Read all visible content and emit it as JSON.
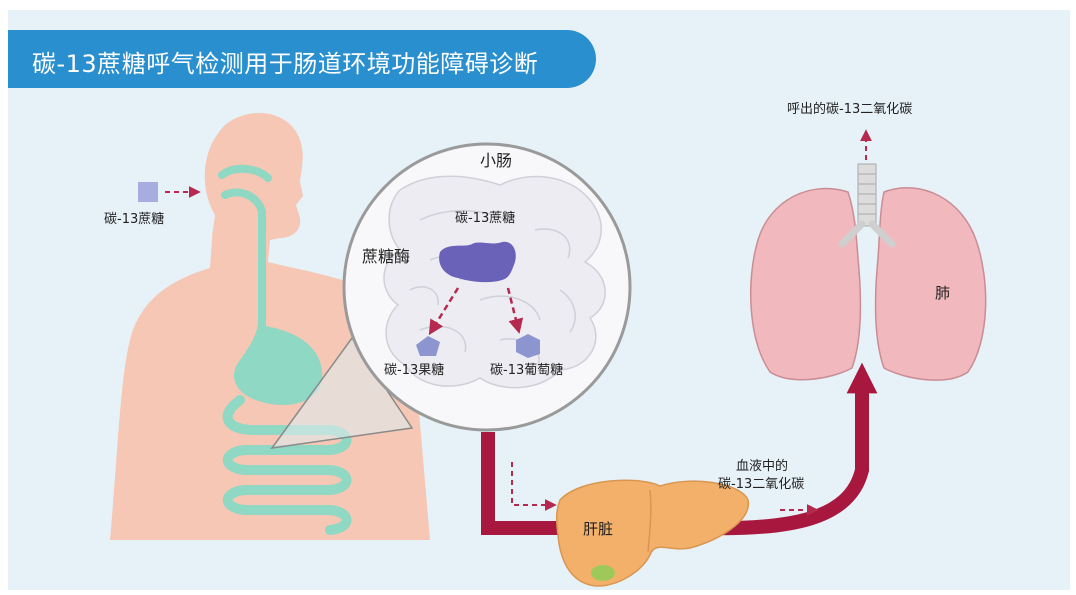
{
  "title": "碳-13蔗糖呼气检测用于肠道环境功能障碍诊断",
  "labels": {
    "sucrose_input": "碳-13蔗糖",
    "small_intestine": "小肠",
    "sucrose_in_intestine": "碳-13蔗糖",
    "sucrase": "蔗糖酶",
    "fructose": "碳-13果糖",
    "glucose": "碳-13葡萄糖",
    "liver": "肝脏",
    "blood_co2_line1": "血液中的",
    "blood_co2_line2": "碳-13二氧化碳",
    "exhaled_co2": "呼出的碳-13二氧化碳",
    "lungs": "肺"
  },
  "colors": {
    "banner": "#2a8fcf",
    "background": "#e6f2f8",
    "body": "#f6c7b4",
    "digestive_tract": "#8ed8c4",
    "enzyme": "#6a62b8",
    "sugar": "#8d95d0",
    "blood_vessel": "#a8183e",
    "arrow": "#b5294e",
    "liver": "#f2b06a",
    "lungs": "#f1b8bd"
  }
}
